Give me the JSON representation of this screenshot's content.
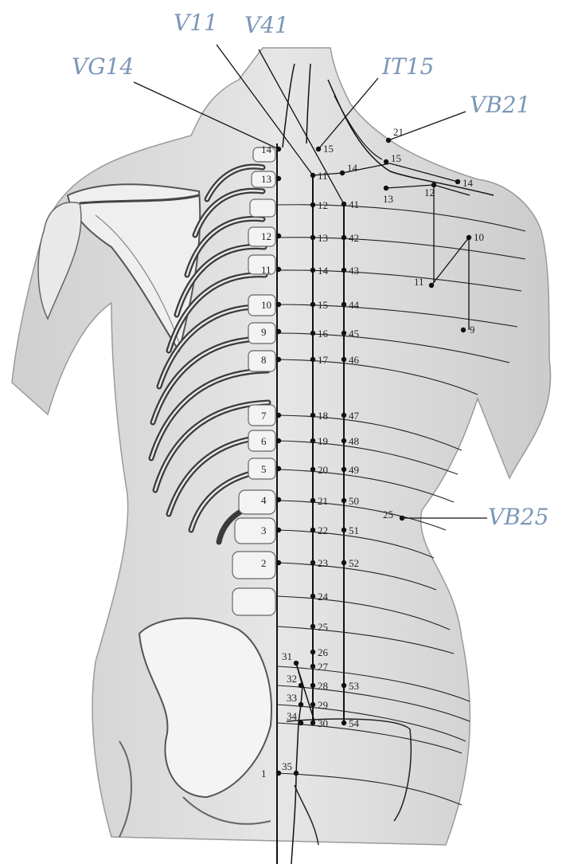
{
  "figure": {
    "callouts": [
      "V11",
      "V41",
      "VG14",
      "IT15",
      "VB21",
      "VB25"
    ],
    "points": {
      "governing": [
        "14",
        "13",
        "12",
        "11",
        "10",
        "9",
        "8",
        "7",
        "6",
        "5",
        "4",
        "3",
        "2",
        "1"
      ],
      "bladder_inner": [
        "11",
        "12",
        "13",
        "14",
        "15",
        "16",
        "17",
        "18",
        "19",
        "20",
        "21",
        "22",
        "23",
        "24",
        "25",
        "26",
        "27",
        "28",
        "29",
        "30"
      ],
      "bladder_outer": [
        "41",
        "42",
        "43",
        "44",
        "45",
        "46",
        "47",
        "48",
        "49",
        "50",
        "51",
        "52",
        "53",
        "54"
      ],
      "sacral": [
        "31",
        "32",
        "33",
        "34",
        "35"
      ],
      "shoulder": [
        "15",
        "14",
        "13",
        "12",
        "21",
        "15",
        "14",
        "10",
        "11",
        "9",
        "25"
      ]
    }
  },
  "colors": {
    "callout": "#7b96b8",
    "line": "#111111",
    "skin": "#dcdcdc",
    "bone": "#f2f2f2"
  }
}
